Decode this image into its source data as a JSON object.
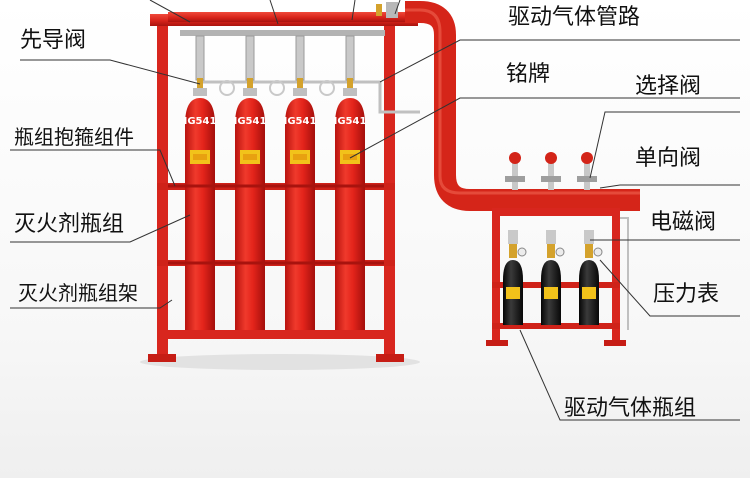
{
  "labels": {
    "pilot_valve": "先导阀",
    "drive_gas_pipeline": "驱动气体管路",
    "nameplate": "铭牌",
    "selector_valve": "选择阀",
    "cylinder_clamp": "瓶组抱箍组件",
    "check_valve": "单向阀",
    "agent_cylinder_group": "灭火剂瓶组",
    "solenoid_valve": "电磁阀",
    "agent_cylinder_rack": "灭火剂瓶组架",
    "pressure_gauge": "压力表",
    "drive_gas_cylinder_group": "驱动气体瓶组"
  },
  "cylinder_model": "IG541",
  "colors": {
    "cylinder_red": "#e0211b",
    "frame_red": "#d8261e",
    "pipe_red": "#dd2a20",
    "drive_cylinder": "#1c1c1c",
    "nameplate_yellow": "#f2c21a",
    "valve_brass": "#d4a22c"
  }
}
